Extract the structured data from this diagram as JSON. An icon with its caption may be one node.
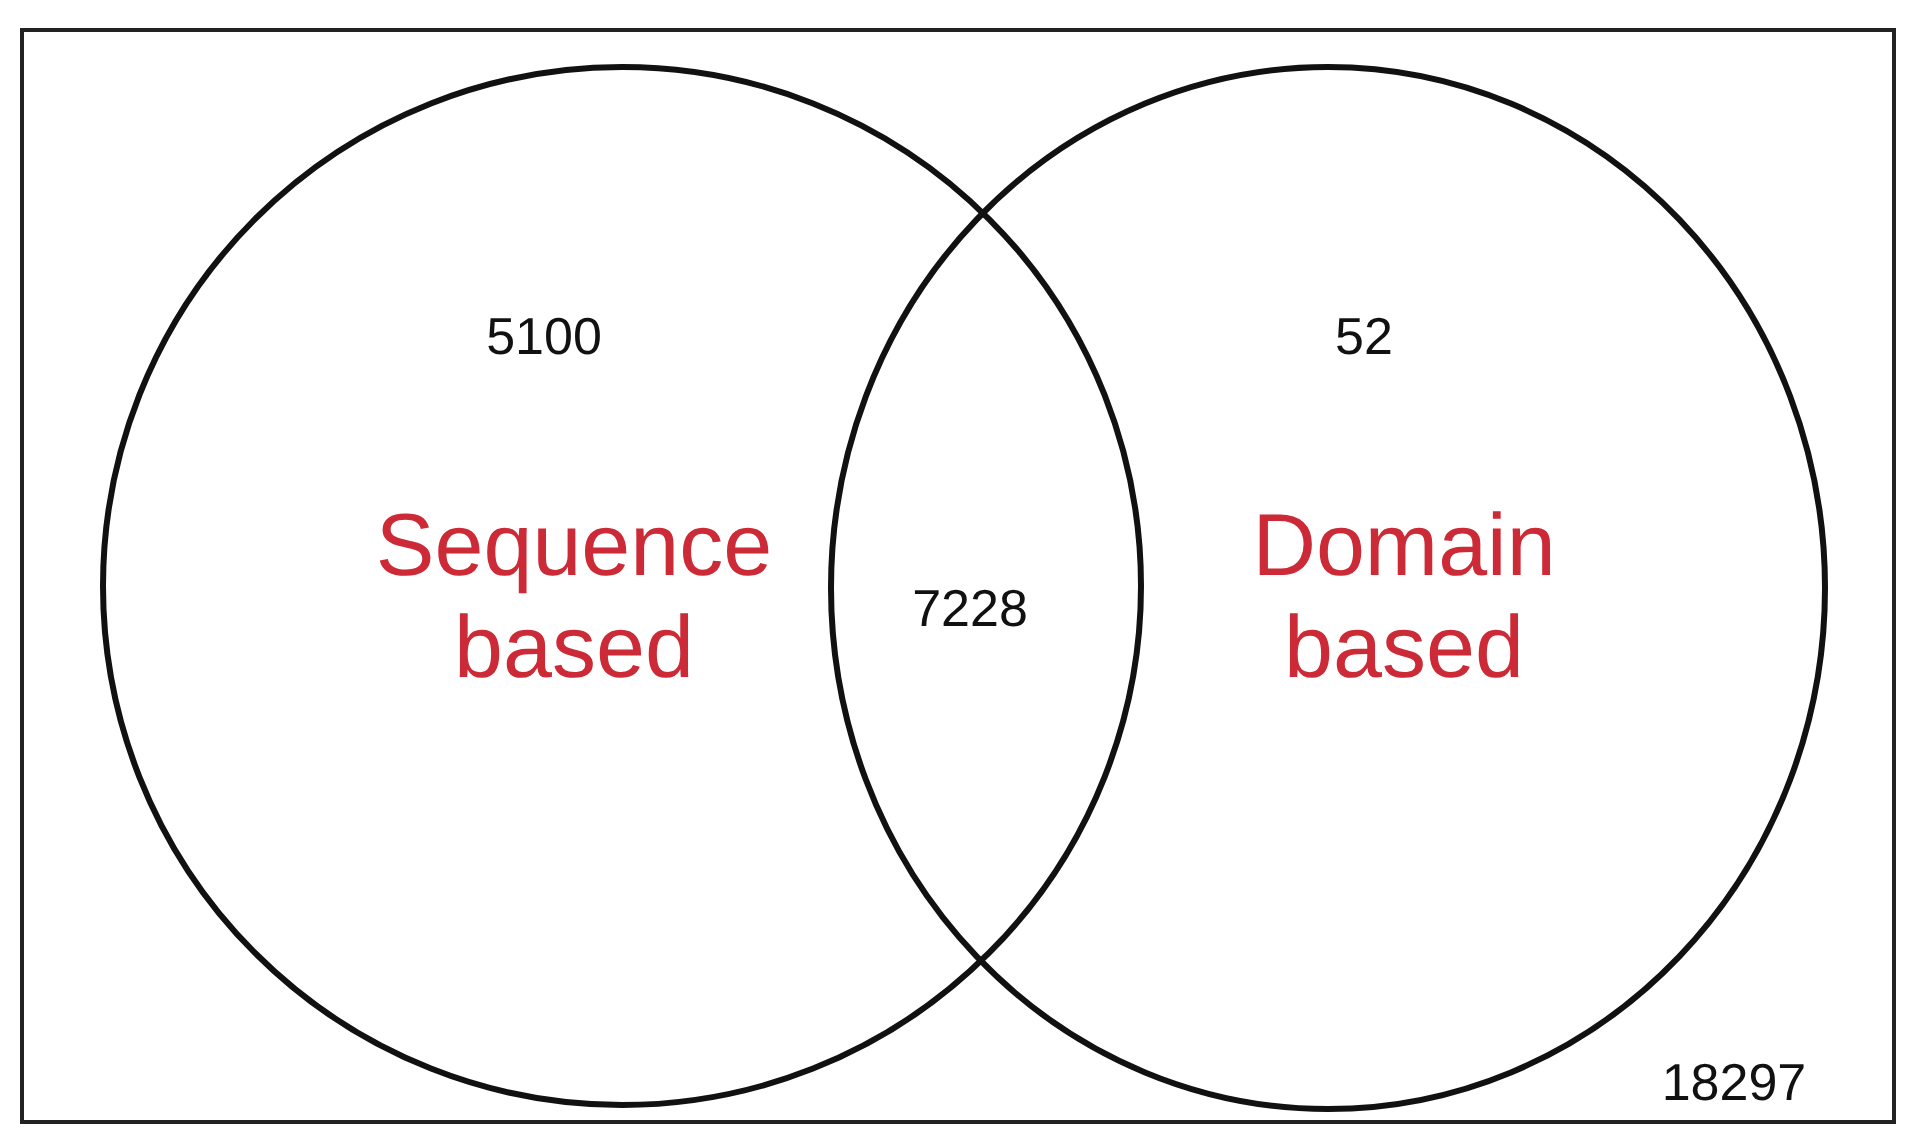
{
  "diagram": {
    "nodes": [
      {
        "text": [
          "18297"
        ]
      },
      {
        "text": [
          "5100",
          "Sequence based"
        ],
        "in": 0
      },
      {
        "text": [
          "52",
          "Domain based"
        ],
        "in": 0
      }
    ],
    "labels": [
      "7228"
    ]
  }
}
